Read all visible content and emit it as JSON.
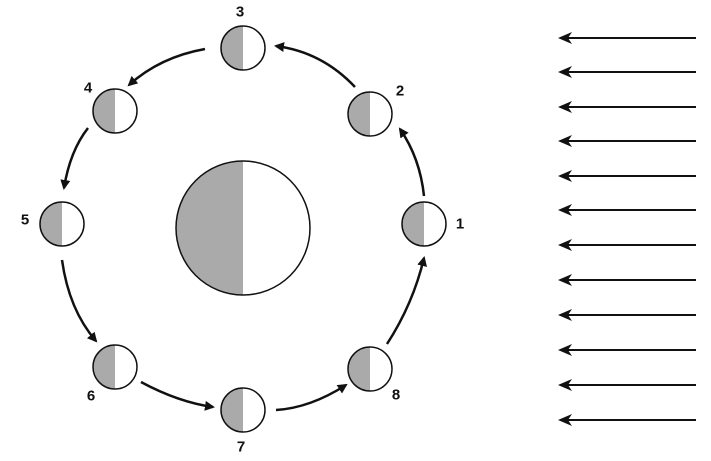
{
  "colors": {
    "shadow": "#aaaaaa",
    "lit": "#ffffff",
    "outline": "#111111",
    "background": "#ffffff"
  },
  "moons": [
    {
      "label": "1"
    },
    {
      "label": "2"
    },
    {
      "label": "3"
    },
    {
      "label": "4"
    },
    {
      "label": "5"
    },
    {
      "label": "6"
    },
    {
      "label": "7"
    },
    {
      "label": "8"
    }
  ]
}
